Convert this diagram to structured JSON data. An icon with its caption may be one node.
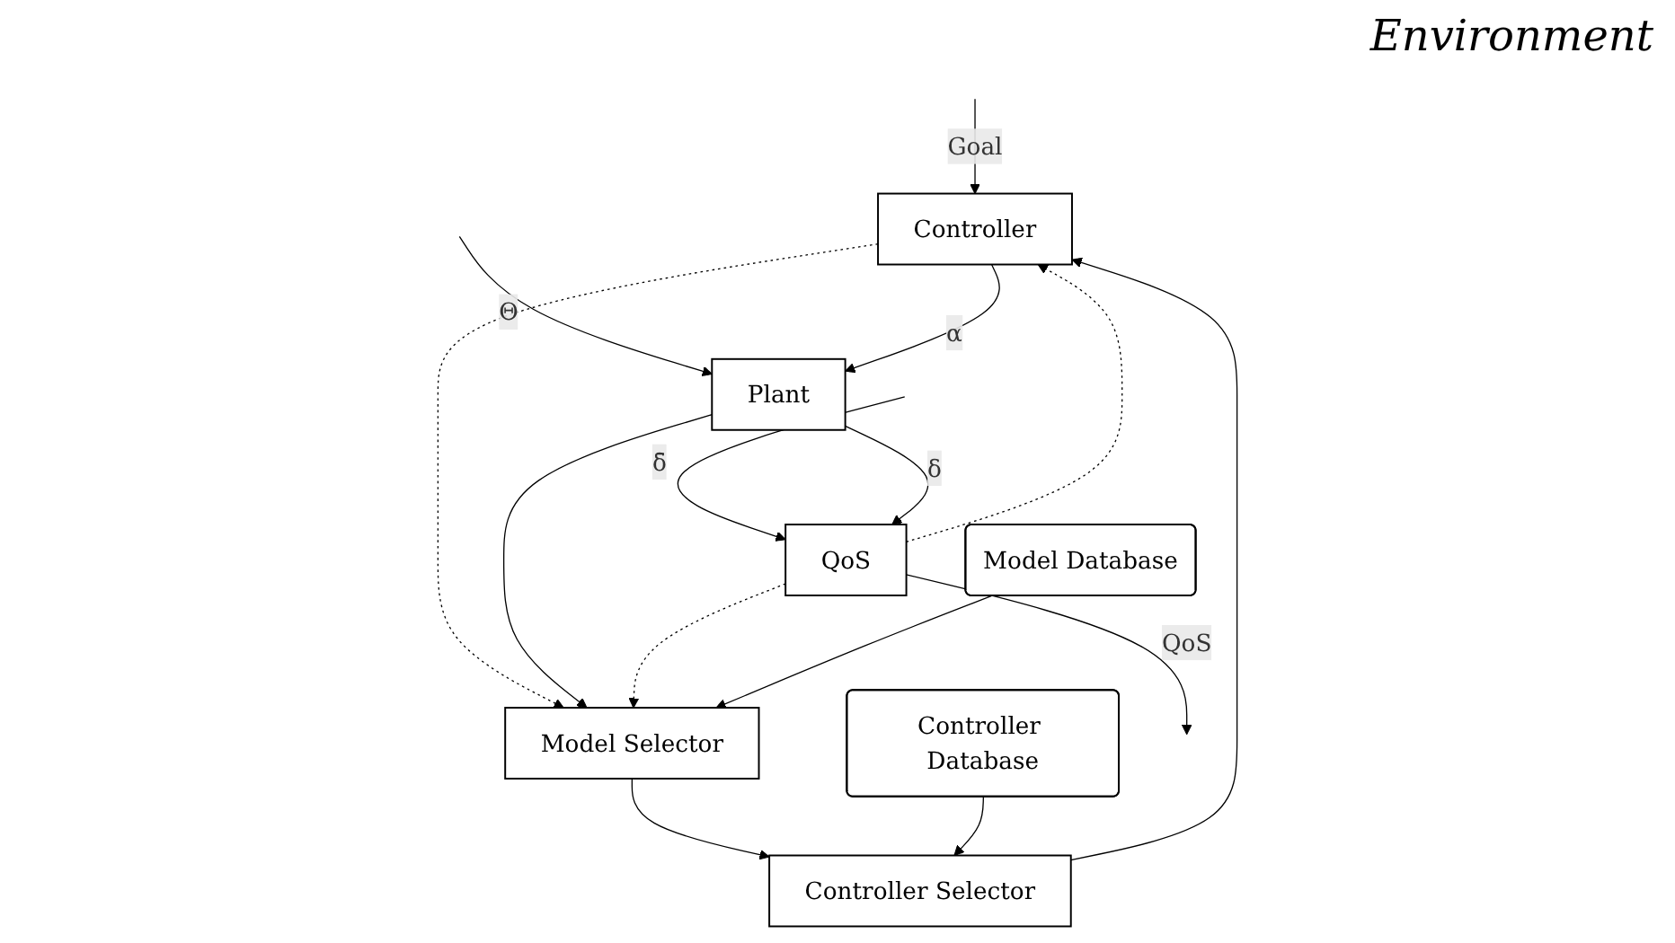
{
  "diagram": {
    "nodes": [
      {
        "text": [
          "Controller"
        ]
      },
      {
        "text": [
          "Plant"
        ]
      },
      {
        "text": [
          "QoS"
        ]
      },
      {
        "text": [
          "Controller Selector"
        ]
      },
      {
        "text": [
          "Model Selector"
        ]
      },
      {
        "text": [
          "Controller Database"
        ]
      },
      {
        "text": [
          "Model Database"
        ]
      }
    ],
    "edges": [
      {
        "from": null,
        "to": 0,
        "arrow": "to",
        "label": "Goal"
      },
      {
        "from": null,
        "to": 1,
        "arrow": "to",
        "label": "Θ"
      },
      {
        "from": null,
        "to": 2,
        "arrow": "to",
        "label": "δ̄"
      },
      {
        "from": 0,
        "to": 1,
        "arrow": "to",
        "label": "α"
      },
      {
        "from": 1,
        "to": 2,
        "arrow": "to",
        "label": "δ"
      },
      {
        "from": 2,
        "to": null,
        "arrow": "to",
        "label": "QoS"
      },
      {
        "from": 0,
        "to": 4,
        "arrow": "to",
        "style": "dashed"
      },
      {
        "from": 1,
        "to": 4,
        "arrow": "to"
      },
      {
        "from": 2,
        "to": 4,
        "arrow": "to",
        "style": "dashed"
      },
      {
        "from": 4,
        "to": 3,
        "arrow": "to"
      },
      {
        "from": 3,
        "to": 0,
        "arrow": "to"
      },
      {
        "from": 5,
        "to": 3,
        "arrow": "to"
      },
      {
        "from": 6,
        "to": 4,
        "arrow": "to"
      },
      {
        "from": 2,
        "to": 0,
        "arrow": "to",
        "style": "dashed"
      }
    ],
    "labels": [
      "Environment"
    ]
  }
}
